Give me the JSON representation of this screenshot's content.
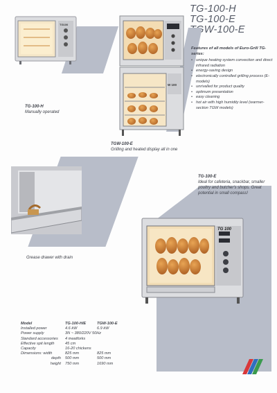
{
  "title_lines": [
    "TG-100-H",
    "TG-100-E",
    "TGW-100-E"
  ],
  "features": {
    "heading": "Features of all models of Euro-Grill TG-series:",
    "items": [
      "unique heating system convection and direct infrared radiation",
      "energy-saving design",
      "electronically controlled grilling process (E-models)",
      "unrivalled for product quality",
      "optimum presentation",
      "easy cleaning",
      "hot air with high humidity level (warmer-section TGW models)"
    ]
  },
  "captions": {
    "tg100h": {
      "model": "TG-100-H",
      "text": "Manually operated"
    },
    "tgw100e": {
      "model": "TGW-100-E",
      "text": "Grilling and heated display all in one"
    },
    "drawer": {
      "text": "Grease drawer with drain"
    },
    "tg100e": {
      "model": "TG-100-E",
      "text": "Ideal for cafeteria, snackbar, smaller poultry and butcher's shops. Great potential in small compass!"
    }
  },
  "badges": {
    "small": "TG100",
    "display": "W 100",
    "large": "TG 100"
  },
  "specs": {
    "header": [
      "Model",
      "TG-100-H/E",
      "TGW-100-E"
    ],
    "rows": [
      [
        "Installed power",
        "4.6 kW",
        "6.9 kW"
      ],
      [
        "Power supply",
        "3N ~ 380/220V 50Hz",
        ""
      ],
      [
        "Standard accessories",
        "4 meatforks",
        ""
      ],
      [
        "Effective spit length",
        "45 cm",
        ""
      ],
      [
        "Capacity",
        "16-20 chickens",
        ""
      ],
      [
        "Dimensions: width",
        "825 mm",
        "825 mm"
      ],
      [
        "depth",
        "500 mm",
        "500 mm"
      ],
      [
        "height",
        "750 mm",
        "1690 mm"
      ]
    ]
  },
  "colors": {
    "shadow": "#b8bdc9",
    "steel": "#d9dadd",
    "logo_red": "#d9383a",
    "logo_blue": "#2f6fc0",
    "logo_green": "#3a9a4e"
  }
}
